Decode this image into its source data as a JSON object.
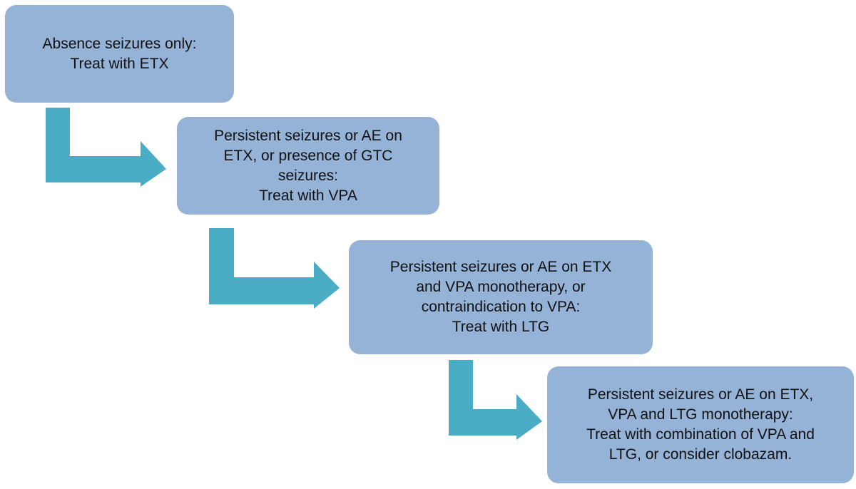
{
  "colors": {
    "box_fill": "#95b3d7",
    "arrow_fill": "#4bacc6",
    "text": "#111111"
  },
  "steps": [
    {
      "lines": [
        "Absence seizures only:",
        "Treat with ETX"
      ]
    },
    {
      "lines": [
        "Persistent seizures or AE on",
        "ETX, or presence of GTC",
        "seizures:",
        "Treat with VPA"
      ]
    },
    {
      "lines": [
        "Persistent seizures or AE on ETX",
        "and VPA monotherapy, or",
        "contraindication to VPA:",
        "Treat with LTG"
      ]
    },
    {
      "lines": [
        "Persistent seizures or AE on ETX,",
        "VPA and LTG monotherapy:",
        "Treat with combination of VPA and",
        "LTG, or consider clobazam."
      ]
    }
  ]
}
